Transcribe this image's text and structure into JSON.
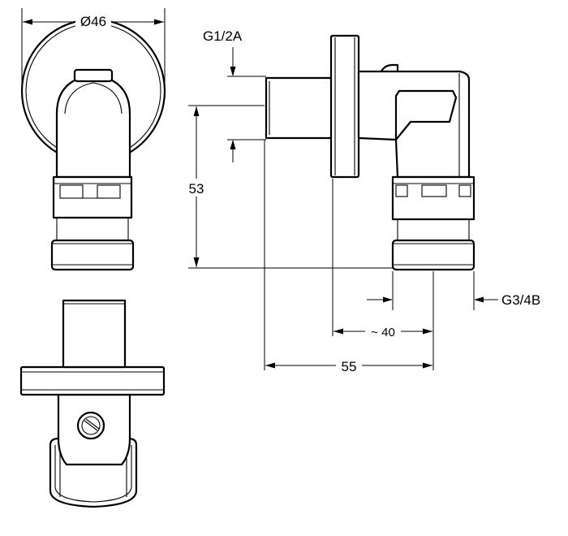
{
  "dimensions": {
    "diameter": "Ø46",
    "inlet_thread": "G1/2A",
    "outlet_thread": "G3/4B",
    "height": "53",
    "offset": "~ 40",
    "depth": "55"
  }
}
